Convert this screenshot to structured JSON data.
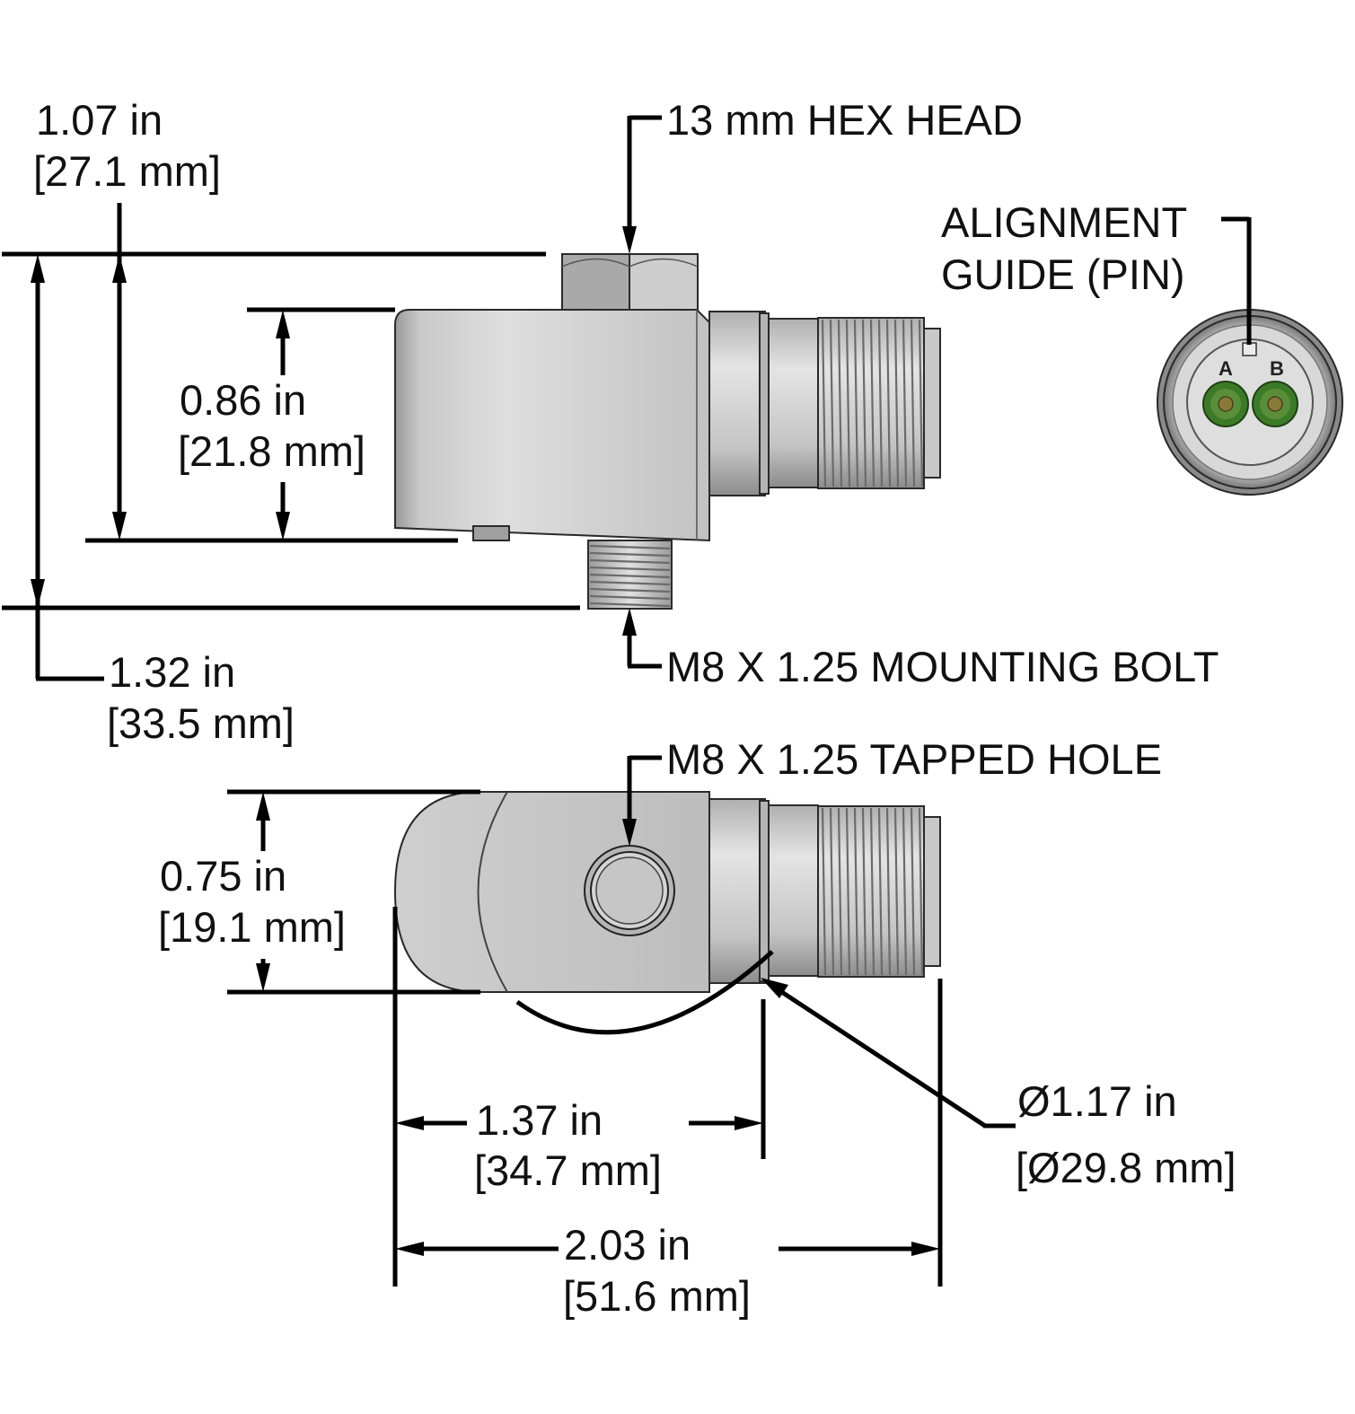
{
  "labels": {
    "overall_height_in": "1.07 in",
    "overall_height_mm": "[27.1 mm]",
    "hex_head": "13 mm HEX HEAD",
    "alignment_guide_line1": "ALIGNMENT",
    "alignment_guide_line2": "GUIDE (PIN)",
    "body_height_in": "0.86 in",
    "body_height_mm": "[21.8 mm]",
    "total_height_in": "1.32 in",
    "total_height_mm": "[33.5 mm]",
    "mounting_bolt": "M8 X 1.25 MOUNTING BOLT",
    "tapped_hole": "M8 X 1.25 TAPPED HOLE",
    "body_width_in": "0.75 in",
    "body_width_mm": "[19.1 mm]",
    "clearance_in": "1.37 in",
    "clearance_mm": "[34.7 mm]",
    "overall_length_in": "2.03 in",
    "overall_length_mm": "[51.6 mm]",
    "rotation_dia_in": "Ø1.17 in",
    "rotation_dia_mm": "[Ø29.8 mm]",
    "pin_a": "A",
    "pin_b": "B"
  },
  "colors": {
    "body_light": "#d6d6d6",
    "body_mid": "#bdbdbd",
    "body_dark": "#8f8f8f",
    "pin_ring": "#3c7a28",
    "pin_core": "#8a7a3a"
  }
}
